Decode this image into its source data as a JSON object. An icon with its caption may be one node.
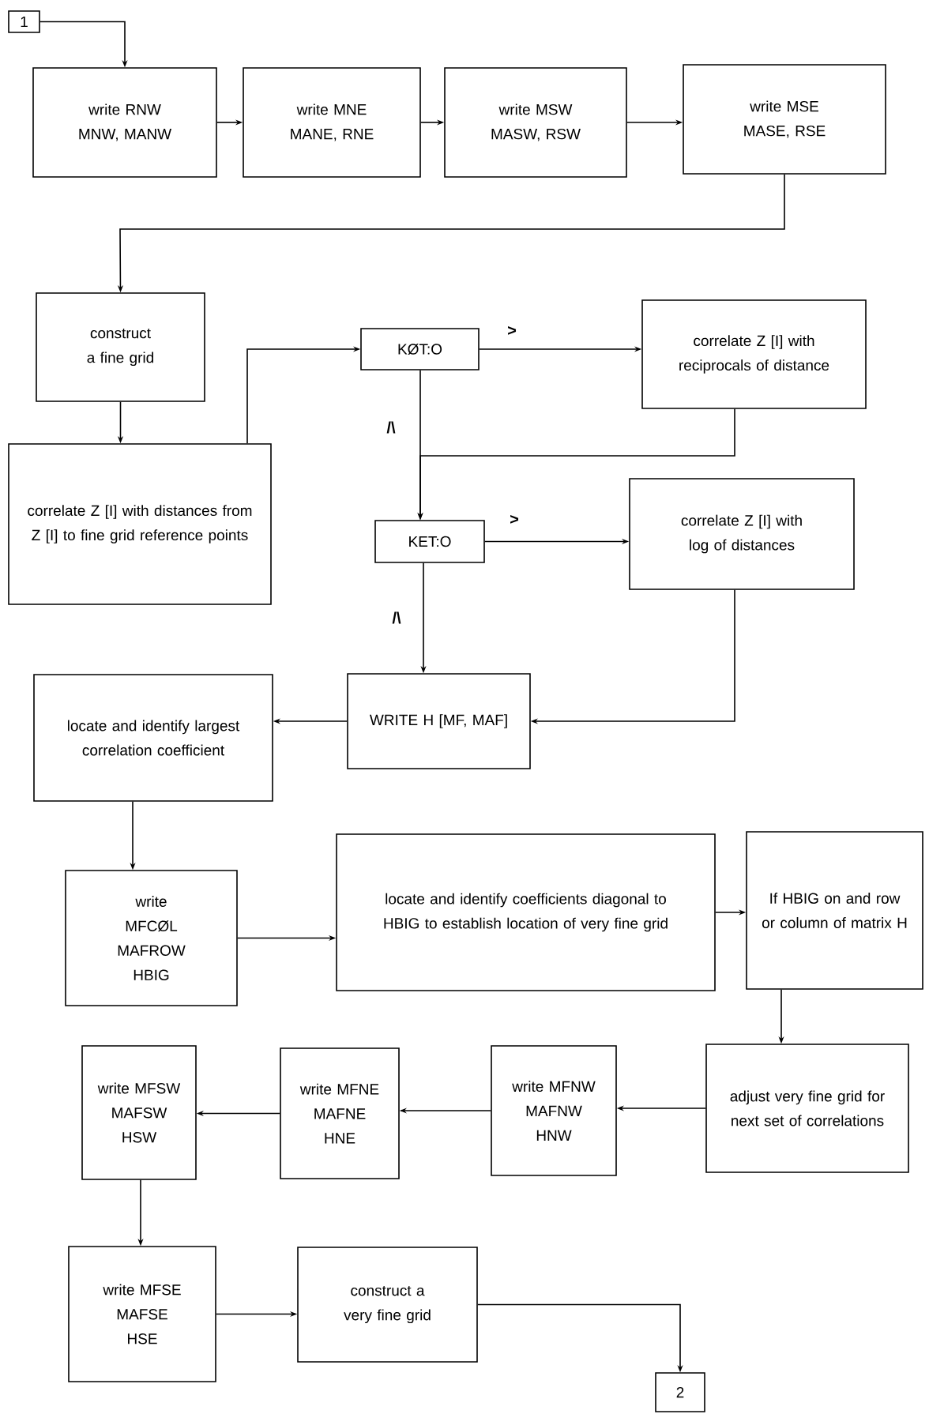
{
  "diagram": {
    "nodes": [
      {
        "text": [
          "1"
        ]
      },
      {
        "text": [
          "write RNW MNW, MANW"
        ]
      },
      {
        "text": [
          "write MNE MANE, RNE"
        ]
      },
      {
        "text": [
          "write MSW MASW, RSW"
        ]
      },
      {
        "text": [
          "write MSE MASE, RSE"
        ]
      },
      {
        "text": [
          "construct a fine grid"
        ]
      },
      {
        "text": [
          "correlate Z [I] with distances from Z [I] to fine grid reference points"
        ]
      },
      {
        "text": [
          "KØT:O"
        ]
      },
      {
        "text": [
          "correlate Z [I] with reciprocals of distance"
        ]
      },
      {
        "text": [
          "KET:O"
        ]
      },
      {
        "text": [
          "correlate Z [I] with log of distances"
        ]
      },
      {
        "text": [
          "WRITE H [MF, MAF]"
        ]
      },
      {
        "text": [
          "locate and identify largest correlation coefficient"
        ]
      },
      {
        "text": [
          "write MFCØL MAFROW HBIG"
        ]
      },
      {
        "text": [
          "locate and identify coefficients diagonal to HBIG to establish location of very fine grid"
        ]
      },
      {
        "text": [
          "If HBIG on and row or column of matrix H"
        ]
      },
      {
        "text": [
          "adjust very fine grid for next set of correlations"
        ]
      },
      {
        "text": [
          "write MFNW MAFNW HNW"
        ]
      },
      {
        "text": [
          "write MFNE MAFNE HNE"
        ]
      },
      {
        "text": [
          "write MFSW MAFSW HSW"
        ]
      },
      {
        "text": [
          "write MFSE MAFSE HSE"
        ]
      },
      {
        "text": [
          "construct a very fine grid"
        ]
      },
      {
        "text": [
          "2"
        ]
      }
    ],
    "edges": [
      {
        "from": 0,
        "to": 1,
        "arrow": "to"
      },
      {
        "from": 1,
        "to": 2,
        "arrow": "to"
      },
      {
        "from": 2,
        "to": 3,
        "arrow": "to"
      },
      {
        "from": 3,
        "to": 4,
        "arrow": "to"
      },
      {
        "from": 4,
        "to": 5,
        "arrow": "to"
      },
      {
        "from": 5,
        "to": 6,
        "arrow": "to"
      },
      {
        "from": 6,
        "to": 7,
        "arrow": "to"
      },
      {
        "from": 7,
        "to": 8,
        "arrow": "to",
        "label": ">"
      },
      {
        "from": 7,
        "to": 9,
        "arrow": "to",
        "label": "/\\"
      },
      {
        "from": 8,
        "to": 9,
        "arrow": "to"
      },
      {
        "from": 9,
        "to": 10,
        "arrow": "to",
        "label": ">"
      },
      {
        "from": 9,
        "to": 11,
        "arrow": "to",
        "label": "/\\"
      },
      {
        "from": 10,
        "to": 11,
        "arrow": "to"
      },
      {
        "from": 11,
        "to": 12,
        "arrow": "to"
      },
      {
        "from": 12,
        "to": 13,
        "arrow": "to"
      },
      {
        "from": 13,
        "to": 14,
        "arrow": "to"
      },
      {
        "from": 14,
        "to": 15,
        "arrow": "to"
      },
      {
        "from": 15,
        "to": 16,
        "arrow": "to"
      },
      {
        "from": 16,
        "to": 17,
        "arrow": "to"
      },
      {
        "from": 17,
        "to": 18,
        "arrow": "to"
      },
      {
        "from": 18,
        "to": 19,
        "arrow": "to"
      },
      {
        "from": 19,
        "to": 20,
        "arrow": "to"
      },
      {
        "from": 20,
        "to": 21,
        "arrow": "to"
      },
      {
        "from": 21,
        "to": 22,
        "arrow": "to"
      }
    ]
  }
}
